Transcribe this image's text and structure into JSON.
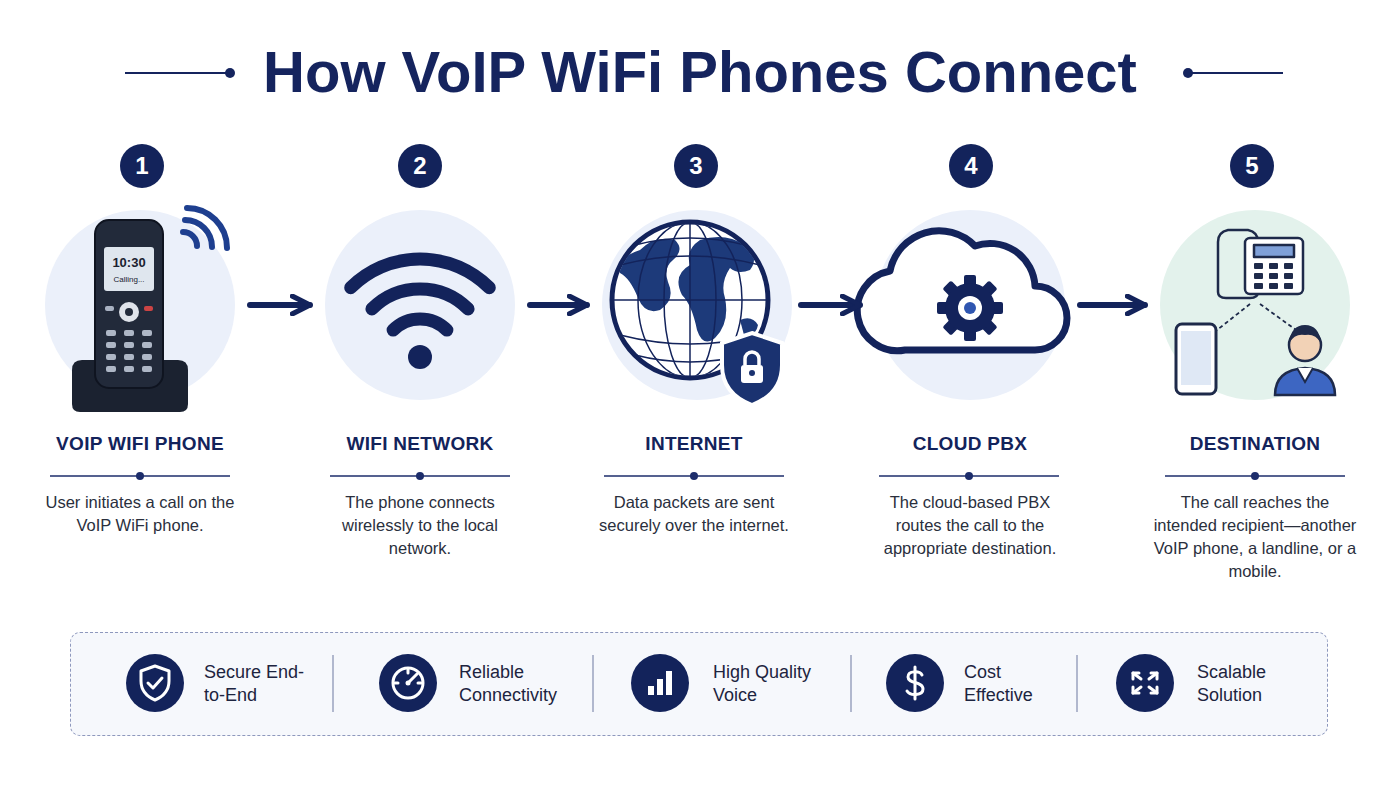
{
  "diagram": {
    "title": "How VoIP WiFi Phones Connect",
    "nodes": [
      {
        "text": [
          "VOIP WIFI PHONE",
          "User initiates a call on the VoIP WiFi phone."
        ]
      },
      {
        "text": [
          "WIFI NETWORK",
          "The phone connects wirelessly to the local network."
        ]
      },
      {
        "text": [
          "INTERNET",
          "Data packets are sent securely over the internet."
        ]
      },
      {
        "text": [
          "CLOUD PBX",
          "The cloud-based PBX routes the call to the appropriate destination."
        ]
      },
      {
        "text": [
          "DESTINATION",
          "The call reaches the intended recipient—another VoIP phone, a landline, or a mobile."
        ]
      },
      {
        "text": [
          "Secure End-to-End",
          "Reliable Connectivity",
          "High Quality Voice",
          "Cost Effective",
          "Scalable Solution"
        ]
      }
    ],
    "edges": [
      {
        "from": 0,
        "to": 1,
        "arrow": "to"
      },
      {
        "from": 1,
        "to": 2,
        "arrow": "to"
      },
      {
        "from": 2,
        "to": 3,
        "arrow": "to"
      },
      {
        "from": 3,
        "to": 4,
        "arrow": "to"
      }
    ],
    "labels": [
      "1",
      "2",
      "3",
      "4",
      "5",
      "10:30",
      "Calling..."
    ]
  }
}
